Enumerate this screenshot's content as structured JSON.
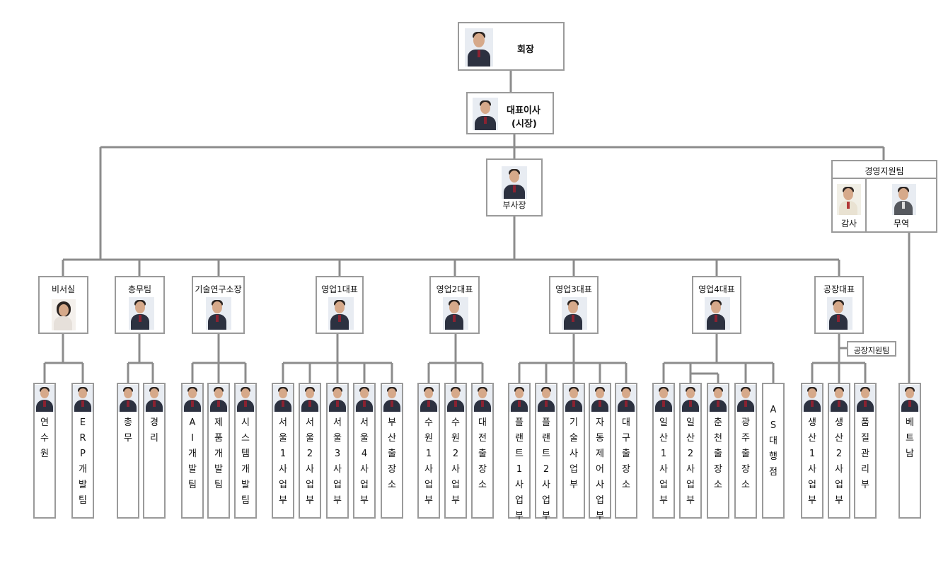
{
  "chairman": {
    "label": "회장"
  },
  "ceo": {
    "label_line1": "대표이사",
    "label_line2": "(시장)"
  },
  "vp": {
    "label": "부사장"
  },
  "mgmt_support": {
    "title": "경영지원팀",
    "auditor": "감사",
    "trade": "무역"
  },
  "departments": {
    "secretary": "비서실",
    "general_affairs": "총무팀",
    "research": "기술연구소장",
    "sales1": "영업1대표",
    "sales2": "영업2대표",
    "sales3": "영업3대표",
    "sales4": "영업4대표",
    "factory": "공장대표"
  },
  "factory_support": "공장지원팀",
  "units": [
    "연수원",
    "ERP개발팀",
    "총무",
    "경리",
    "AI개발팀",
    "제품개발팀",
    "시스템개발팀",
    "서울1사업부",
    "서울2사업부",
    "서울3사업부",
    "서울4사업부",
    "부산출장소",
    "수원1사업부",
    "수원2사업부",
    "대전출장소",
    "플랜트1사업부",
    "플랜트2사업부",
    "기술사업부",
    "자동제어사업부",
    "대구출장소",
    "일산1사업부",
    "일산2사업부",
    "춘천출장소",
    "광주출장소",
    "AS대행점",
    "생산1사업부",
    "생산2사업부",
    "품질관리부",
    "베트남"
  ],
  "colors": {
    "line": "#8c8c8c",
    "border": "#9a9a9a"
  }
}
